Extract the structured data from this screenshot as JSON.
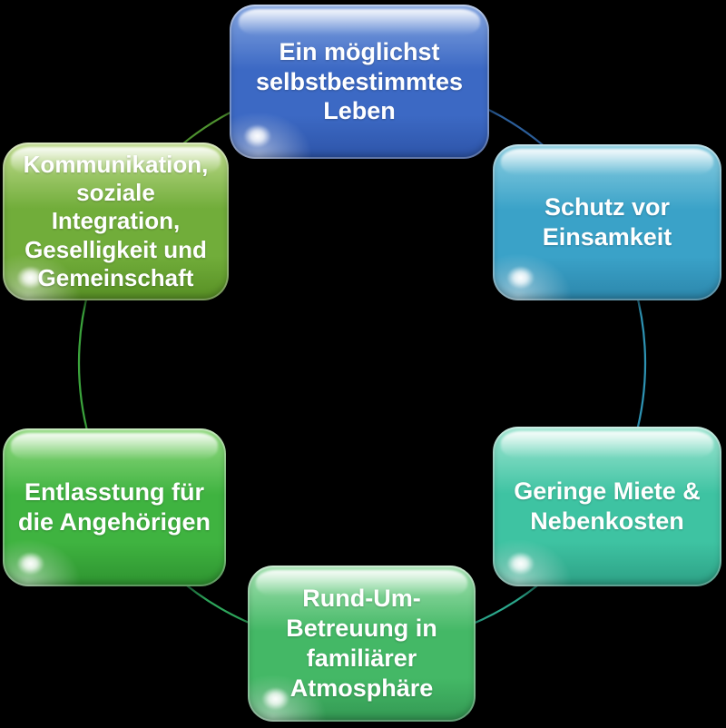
{
  "diagram": {
    "type": "cycle",
    "background_color": "#000000",
    "text_color": "#ffffff",
    "nodes": [
      {
        "id": "top",
        "label": "Ein möglichst\nselbstbestimmtes\nLeben",
        "colors": {
          "base": "#3c69c4",
          "light": "#86a7e2",
          "dark": "#2d54a8"
        }
      },
      {
        "id": "top-right",
        "label": "Schutz vor\nEinsamkeit",
        "colors": {
          "base": "#3aa2c8",
          "light": "#8ed0e2",
          "dark": "#2c86ab"
        }
      },
      {
        "id": "bottom-right",
        "label": "Geringe Miete &\nNebenkosten",
        "colors": {
          "base": "#3ec3a2",
          "light": "#a3e7d4",
          "dark": "#2da085"
        }
      },
      {
        "id": "bottom",
        "label": "Rund-Um-\nBetreuung in\nfamiliärer\nAtmosphäre",
        "colors": {
          "base": "#44b866",
          "light": "#a6e3b3",
          "dark": "#339853"
        }
      },
      {
        "id": "bottom-left",
        "label": "Entlasstung für\ndie Angehörigen",
        "colors": {
          "base": "#3fb340",
          "light": "#97dc85",
          "dark": "#2e9330"
        }
      },
      {
        "id": "top-left",
        "label": "Kommunikation,\nsoziale\nIntegration,\nGeselligkeit und\nGemeinschaft",
        "colors": {
          "base": "#71ad3a",
          "light": "#c2dd90",
          "dark": "#578f24"
        }
      }
    ],
    "arcs": [
      {
        "from": "top",
        "to": "top-right",
        "color": "#2c5f9b"
      },
      {
        "from": "top-right",
        "to": "bottom-right",
        "color": "#2e93b3"
      },
      {
        "from": "bottom-right",
        "to": "bottom",
        "color": "#2caa8e"
      },
      {
        "from": "bottom",
        "to": "bottom-left",
        "color": "#2ea75c"
      },
      {
        "from": "bottom-left",
        "to": "top-left",
        "color": "#3ba33c"
      },
      {
        "from": "top-left",
        "to": "top",
        "color": "#4f9430"
      }
    ]
  }
}
